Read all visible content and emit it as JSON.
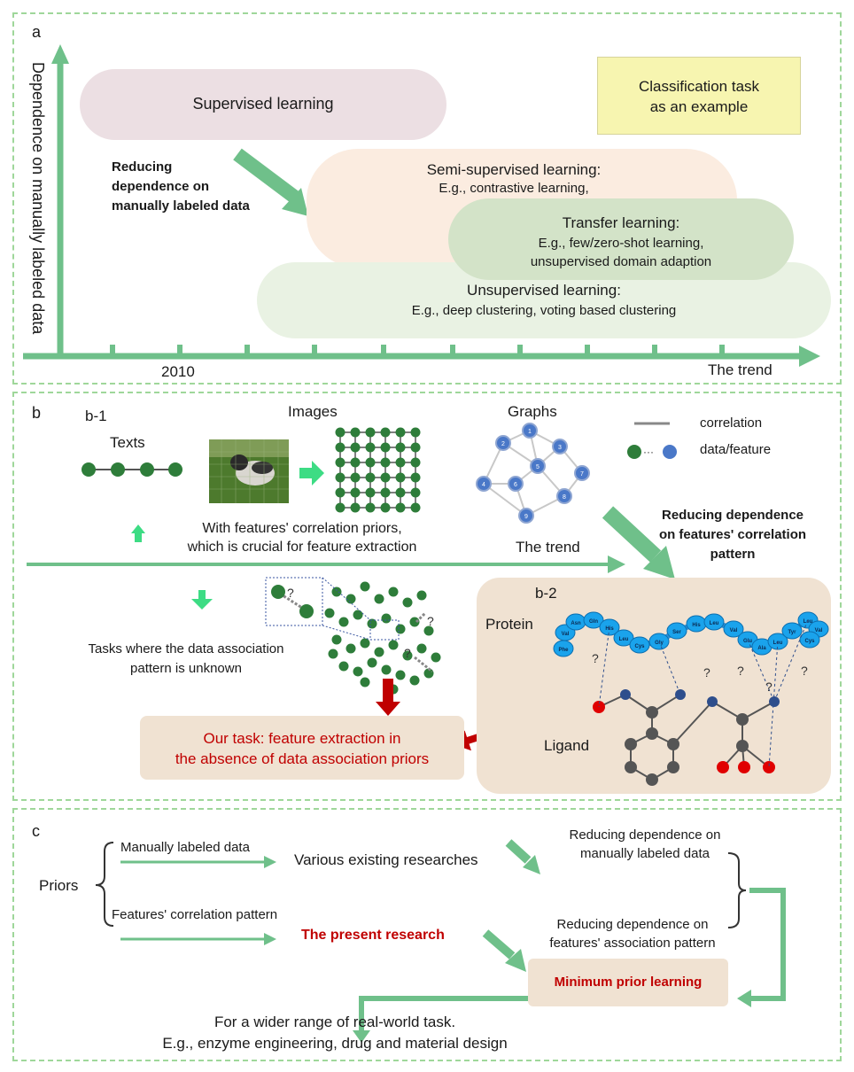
{
  "panel_a": {
    "letter": "a",
    "y_axis_label": "Dependence on manually labeled data",
    "x_tick_label": "2010",
    "x_axis_label": "The trend",
    "supervised": "Supervised learning",
    "reducing_text": [
      "Reducing",
      "dependence on",
      "manually labeled data"
    ],
    "semi_title": "Semi-supervised learning:",
    "semi_example": "E.g., contrastive learning,",
    "transfer_title": "Transfer learning:",
    "transfer_example_1": "E.g., few/zero-shot learning,",
    "transfer_example_2": "unsupervised domain adaption",
    "unsup_title": "Unsupervised learning:",
    "unsup_example": "E.g.,  deep clustering, voting based clustering",
    "classification_note": [
      "Classification task",
      "as an example"
    ]
  },
  "panel_b": {
    "letter": "b",
    "sub1": "b-1",
    "texts_label": "Texts",
    "images_label": "Images",
    "graphs_label": "Graphs",
    "legend_correlation": "correlation",
    "legend_data": "data/feature",
    "priors_text": [
      "With features' correlation priors,",
      "which is crucial for feature extraction"
    ],
    "trend_label": "The trend",
    "reducing_text": [
      "Reducing  dependence",
      "on features' correlation",
      "pattern"
    ],
    "unknown_text": [
      "Tasks where the data association",
      "pattern is unknown"
    ],
    "our_task": [
      "Our task: feature extraction in",
      "the absence of data association priors"
    ],
    "sub2": "b-2",
    "protein_label": "Protein",
    "ligand_label": "Ligand",
    "graph_nodes": [
      "1",
      "2",
      "3",
      "4",
      "5",
      "6",
      "7",
      "8",
      "9"
    ],
    "residues": [
      "Phe",
      "Val",
      "Asn",
      "Gln",
      "His",
      "Leu",
      "Cys",
      "Gly",
      "Ser",
      "His",
      "Leu",
      "Val",
      "Glu",
      "Ala",
      "Leu",
      "Tyr",
      "Leu",
      "Val",
      "Cys"
    ],
    "question_mark": "?"
  },
  "panel_c": {
    "letter": "c",
    "priors": "Priors",
    "manually": "Manually labeled data",
    "features": "Features' correlation pattern",
    "existing": "Various existing researches",
    "present": "The present research",
    "reduce_manual": [
      "Reducing dependence on",
      "manually labeled data"
    ],
    "reduce_features": [
      "Reducing  dependence on",
      "features' association pattern"
    ],
    "minimum": "Minimum prior learning",
    "wider": [
      "For a wider range of real-world task.",
      "E.g., enzyme engineering, drug and material design"
    ]
  },
  "colors": {
    "panel_border": "#9fd79a",
    "arrow_green": "#6fc08a",
    "dark_green_node": "#2e7d3a",
    "blue_node": "#4a78c8",
    "red_text": "#c00000",
    "supervised_fill": "#ecdfe3",
    "semi_fill": "#fbece0",
    "transfer_fill": "#d3e3c8",
    "unsup_fill": "#e9f2e3",
    "note_fill": "#f7f5b0",
    "task_fill": "#f0e2d2"
  }
}
